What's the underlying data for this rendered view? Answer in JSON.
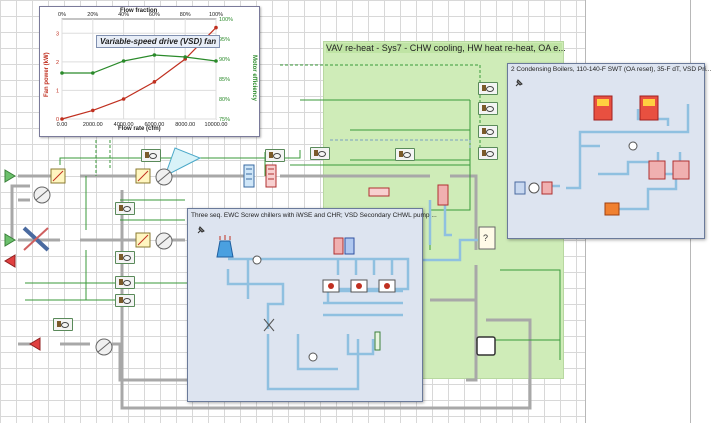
{
  "panels": {
    "vav": {
      "title": "VAV re-heat - Sys7 - CHW cooling, HW heat  re-heat, OA e..."
    },
    "boilers": {
      "title": "2 Condensing Boilers, 110-140-F SWT (OA reset), 35-F dT, VSD Pri..."
    },
    "chillers": {
      "title": "Three seq. EWC Screw chillers with iWSE and CHR; VSD Secondary CHWL pump ..."
    }
  },
  "chart_data": {
    "type": "line",
    "title": "Variable-speed drive (VSD) fan",
    "xlabel": "Flow rate (cfm)",
    "x2label": "Flow fraction",
    "ylabel": "Fan power (kW)",
    "y2label": "Motor efficiency",
    "x_ticks": [
      "0.00",
      "2000.00",
      "4000.00",
      "6000.00",
      "8000.00",
      "10000.00"
    ],
    "x2_ticks": [
      "0%",
      "20%",
      "40%",
      "60%",
      "80%",
      "100%"
    ],
    "y_ticks": [
      "0",
      "1",
      "2",
      "3"
    ],
    "y2_ticks": [
      "75%",
      "80%",
      "85%",
      "90%",
      "95%",
      "100%"
    ],
    "xlim": [
      0,
      10000
    ],
    "ylim": [
      0,
      3.5
    ],
    "y2lim": [
      75,
      100
    ],
    "grid": true,
    "series": [
      {
        "name": "Fan power (kW)",
        "axis": "left",
        "color": "#c03020",
        "x": [
          0,
          2000,
          4000,
          6000,
          8000,
          10000
        ],
        "values": [
          0.0,
          0.3,
          0.7,
          1.3,
          2.1,
          3.2
        ]
      },
      {
        "name": "Motor efficiency",
        "axis": "right",
        "color": "#2a8a2a",
        "x": [
          0,
          2000,
          4000,
          6000,
          8000,
          10000
        ],
        "values": [
          86.5,
          86.5,
          89.5,
          91.0,
          90.5,
          89.5
        ]
      }
    ]
  },
  "colors": {
    "air_duct": "#a8a8a8",
    "water_pipe": "#8fc0e0",
    "control_line": "#3a9a3a",
    "vav_panel_fill": "#cfecb8",
    "plant_panel_fill": "#dde4f0",
    "chart_title_bg": "#e8eef8"
  },
  "icons": [
    "fan-icon",
    "pump-icon",
    "coil-icon",
    "boiler-icon",
    "cooling-tower-icon",
    "chiller-icon",
    "schedule-icon",
    "sensor-icon",
    "pin-icon",
    "damper-icon",
    "valve-icon"
  ]
}
